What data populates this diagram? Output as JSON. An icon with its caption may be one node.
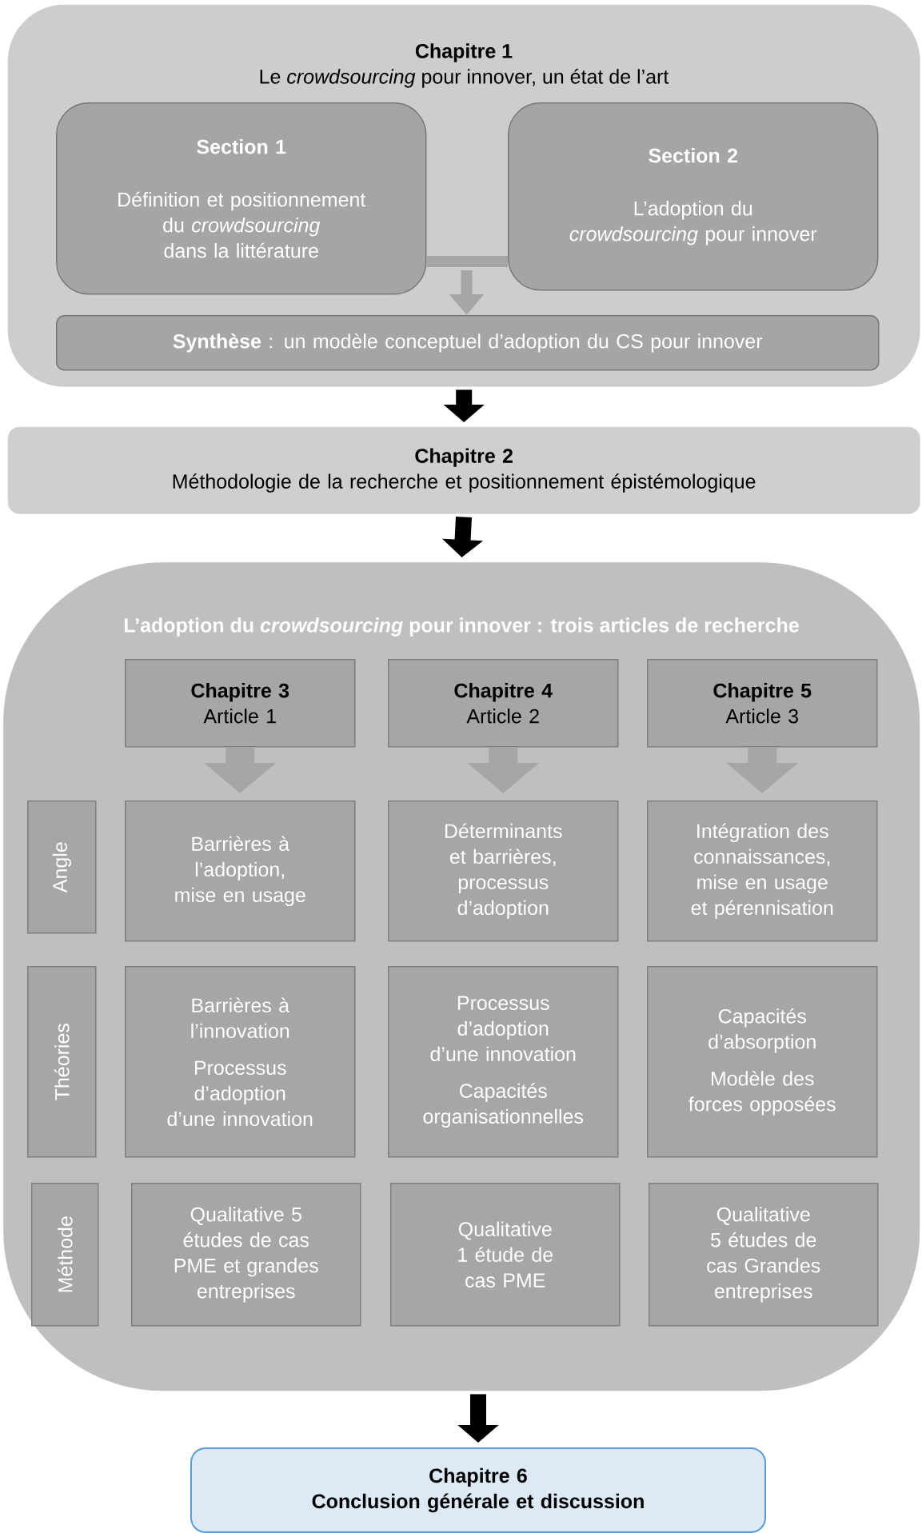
{
  "diagram": {
    "nodes": [
      {
        "text": [
          "Chapitre 1",
          "Le *crowdsourcing* pour innover, un état de l’art"
        ]
      },
      {
        "text": [
          "Section 1",
          "Définition et positionnement du *crowdsourcing* dans la littérature"
        ],
        "in": 0
      },
      {
        "text": [
          "Section 2",
          "L’adoption du *crowdsourcing* pour innover"
        ],
        "in": 0
      },
      {
        "text": [
          "**Synthèse** : un modèle conceptuel d’adoption du CS pour innover"
        ],
        "in": 0
      },
      {
        "text": [
          "Chapitre 2",
          "Méthodologie de la recherche et positionnement épistémologique"
        ]
      },
      {
        "text": [
          "L’adoption du *crowdsourcing* pour innover : trois articles de recherche"
        ]
      },
      {
        "text": [
          "Chapitre 3",
          "Article 1"
        ],
        "in": 5
      },
      {
        "text": [
          "Chapitre 4",
          "Article 2"
        ],
        "in": 5
      },
      {
        "text": [
          "Chapitre 5",
          "Article 3"
        ],
        "in": 5
      },
      {
        "text": [
          "Angle"
        ],
        "in": 5
      },
      {
        "text": [
          "Barrières à l’adoption, mise en usage"
        ],
        "in": 5
      },
      {
        "text": [
          "Déterminants et barrières, processus d’adoption"
        ],
        "in": 5
      },
      {
        "text": [
          "Intégration des connaissances, mise en usage et pérennisation"
        ],
        "in": 5
      },
      {
        "text": [
          "Théories"
        ],
        "in": 5
      },
      {
        "text": [
          "Barrières à l’innovation",
          "Processus d’adoption d’une innovation"
        ],
        "in": 5
      },
      {
        "text": [
          "Processus d’adoption d’une innovation",
          "Capacités organisationnelles"
        ],
        "in": 5
      },
      {
        "text": [
          "Capacités d’absorption",
          "Modèle des forces opposées"
        ],
        "in": 5
      },
      {
        "text": [
          "Méthode"
        ],
        "in": 5
      },
      {
        "text": [
          "Qualitative 5 études de cas PME et grandes entreprises"
        ],
        "in": 5
      },
      {
        "text": [
          "Qualitative 1 étude de cas PME"
        ],
        "in": 5
      },
      {
        "text": [
          "Qualitative 5 études de cas Grandes entreprises"
        ],
        "in": 5
      },
      {
        "text": [
          "Chapitre 6",
          "Conclusion générale et discussion"
        ]
      }
    ],
    "edges": [
      {
        "from": 1,
        "to": 3,
        "arrow": "to"
      },
      {
        "from": 2,
        "to": 3,
        "arrow": "to"
      },
      {
        "from": 0,
        "to": 4,
        "arrow": "to",
        "color": "#000000"
      },
      {
        "from": 4,
        "to": 5,
        "arrow": "to",
        "color": "#000000"
      },
      {
        "from": 6,
        "to": 10,
        "arrow": "to",
        "style": "thick"
      },
      {
        "from": 7,
        "to": 11,
        "arrow": "to",
        "style": "thick"
      },
      {
        "from": 8,
        "to": 12,
        "arrow": "to",
        "style": "thick"
      },
      {
        "from": 5,
        "to": 21,
        "arrow": "to",
        "color": "#000000"
      }
    ]
  }
}
